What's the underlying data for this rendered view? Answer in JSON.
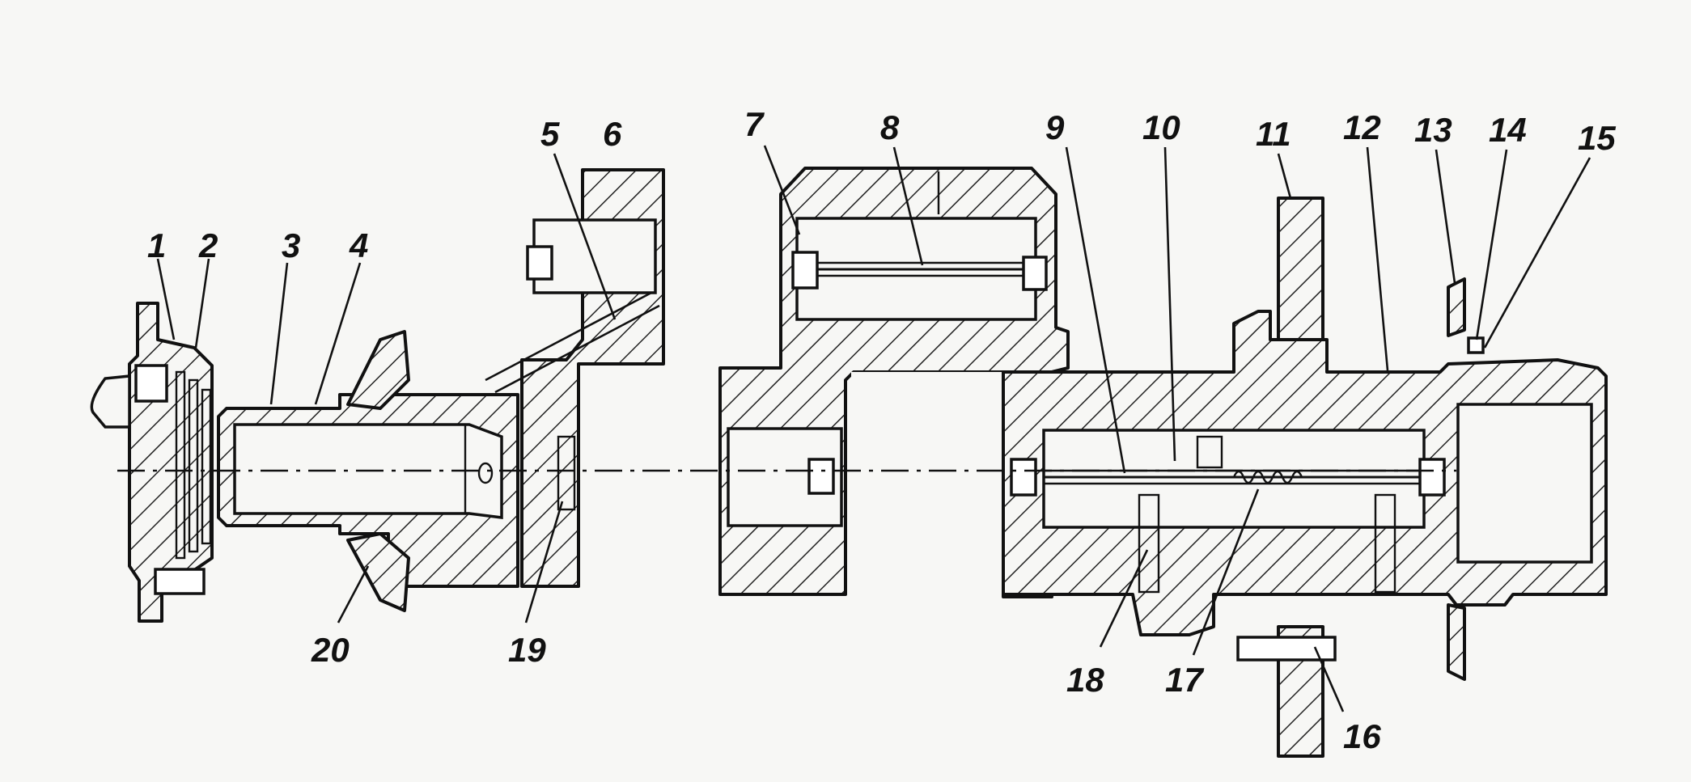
{
  "diagram": {
    "callouts": [
      {
        "id": "1",
        "text": "1"
      },
      {
        "id": "2",
        "text": "2"
      },
      {
        "id": "3",
        "text": "3"
      },
      {
        "id": "4",
        "text": "4"
      },
      {
        "id": "5",
        "text": "5"
      },
      {
        "id": "6",
        "text": "6"
      },
      {
        "id": "7",
        "text": "7"
      },
      {
        "id": "8",
        "text": "8"
      },
      {
        "id": "9",
        "text": "9"
      },
      {
        "id": "10",
        "text": "10"
      },
      {
        "id": "11",
        "text": "11"
      },
      {
        "id": "12",
        "text": "12"
      },
      {
        "id": "13",
        "text": "13"
      },
      {
        "id": "14",
        "text": "14"
      },
      {
        "id": "15",
        "text": "15"
      },
      {
        "id": "16",
        "text": "16"
      },
      {
        "id": "17",
        "text": "17"
      },
      {
        "id": "18",
        "text": "18"
      },
      {
        "id": "19",
        "text": "19"
      },
      {
        "id": "20",
        "text": "20"
      }
    ],
    "colors": {
      "ink": "#111111",
      "paper": "#f7f7f5"
    }
  }
}
